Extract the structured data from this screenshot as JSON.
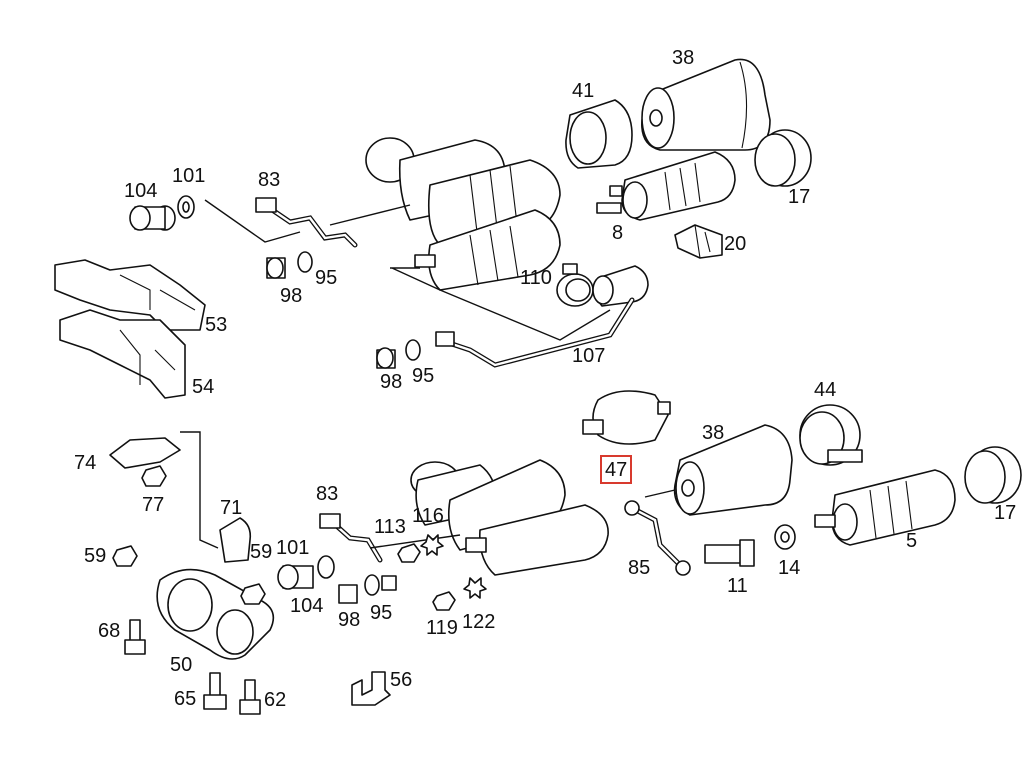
{
  "diagram": {
    "highlight_color": "#d83a2e",
    "callouts": {
      "c41": "41",
      "c38a": "38",
      "c104a": "104",
      "c101a": "101",
      "c83a": "83",
      "c17a": "17",
      "c8": "8",
      "c20": "20",
      "c110": "110",
      "c98a": "98",
      "c95a": "95",
      "c53": "53",
      "c54": "54",
      "c107": "107",
      "c98b": "98",
      "c95b": "95",
      "c44": "44",
      "c38b": "38",
      "c47": "47",
      "c74": "74",
      "c77": "77",
      "c71": "71",
      "c83b": "83",
      "c113": "113",
      "c116": "116",
      "c59a": "59",
      "c59b": "59",
      "c101b": "101",
      "c17b": "17",
      "c5": "5",
      "c85": "85",
      "c11": "11",
      "c14": "14",
      "c68": "68",
      "c104b": "104",
      "c98c": "98",
      "c95c": "95",
      "c119": "119",
      "c122": "122",
      "c50": "50",
      "c56": "56",
      "c65": "65",
      "c62": "62"
    }
  }
}
